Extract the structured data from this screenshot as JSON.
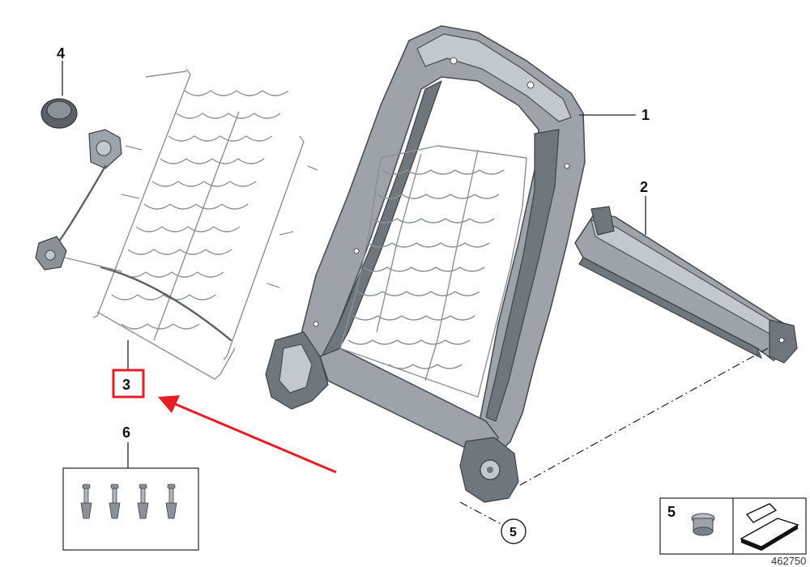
{
  "diagram": {
    "callouts": [
      "1",
      "2",
      "3",
      "4",
      "6"
    ],
    "circled_label": "5",
    "inset_label": "5",
    "reference_number": "462750",
    "highlight_color": "#e31e24",
    "arrow_color": "#e31e24",
    "parts": {
      "p1": "seat-backrest-frame",
      "p2": "crossmember-bar",
      "p3": "seat-spring-mat",
      "p4": "lumbar-adjuster-with-cable",
      "p5": "rubber-buffer",
      "p6": "fastener-set"
    }
  }
}
